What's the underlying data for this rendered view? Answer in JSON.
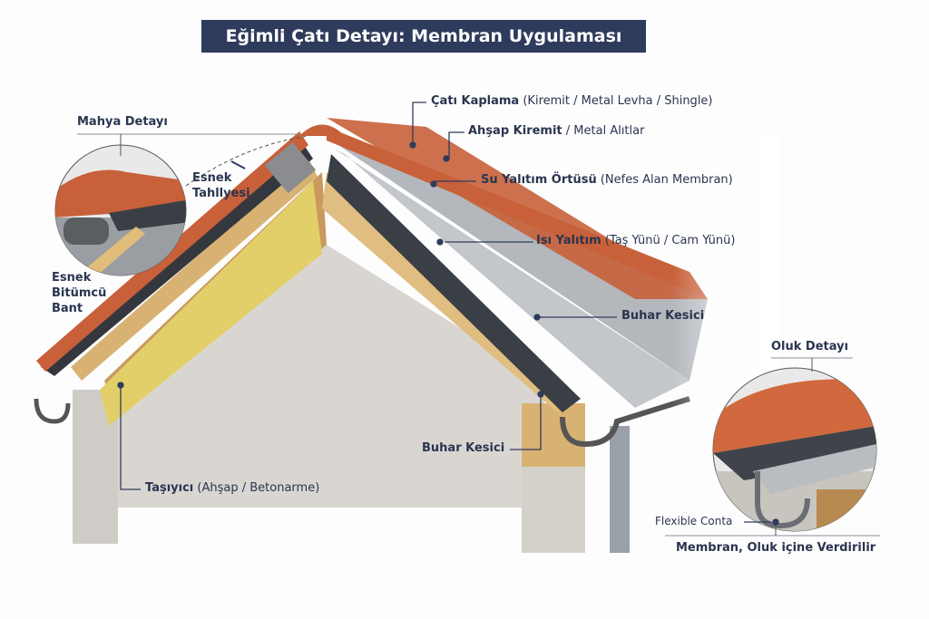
{
  "title": "Eğimli Çatı Detayı: Membran Uygulaması",
  "labels": {
    "roof_covering": {
      "bold": "Çatı Kaplama",
      "note": "(Kiremit / Metal Levha / Shingle)"
    },
    "battens": {
      "bold": "Ahşap Kiremit",
      "note": "/ Metal Alıtlar"
    },
    "waterproofing": {
      "bold": "Su Yalıtım Örtüsü",
      "note": "(Nefes Alan Membran)"
    },
    "insulation": {
      "bold": "Isı Yalıtım",
      "note": "(Taş Yünü / Cam Yünü)"
    },
    "vapor_barrier_top": "Buhar Kesici",
    "vapor_barrier_bottom": "Buhar Kesici",
    "structure": {
      "bold": "Taşıyıcı",
      "note": "(Ahşap / Betonarme)"
    },
    "ridge_detail": "Mahya Detayı",
    "flex_drain": [
      "Esnek",
      "Tahllyesi"
    ],
    "bitumen_tape": [
      "Esnek",
      "Bitümcü",
      "Bant"
    ],
    "gutter_detail": "Oluk Detayı",
    "flexible_gasket": "Flexible Conta",
    "membrane_into_gutter": "Membran, Oluk içine Verdirilir"
  },
  "colors": {
    "navy": "#2e3b5c",
    "tile": "#c8603a",
    "insulation": "#e3cf6a",
    "wood": "#dcb677",
    "membrane": "#3d4148"
  }
}
